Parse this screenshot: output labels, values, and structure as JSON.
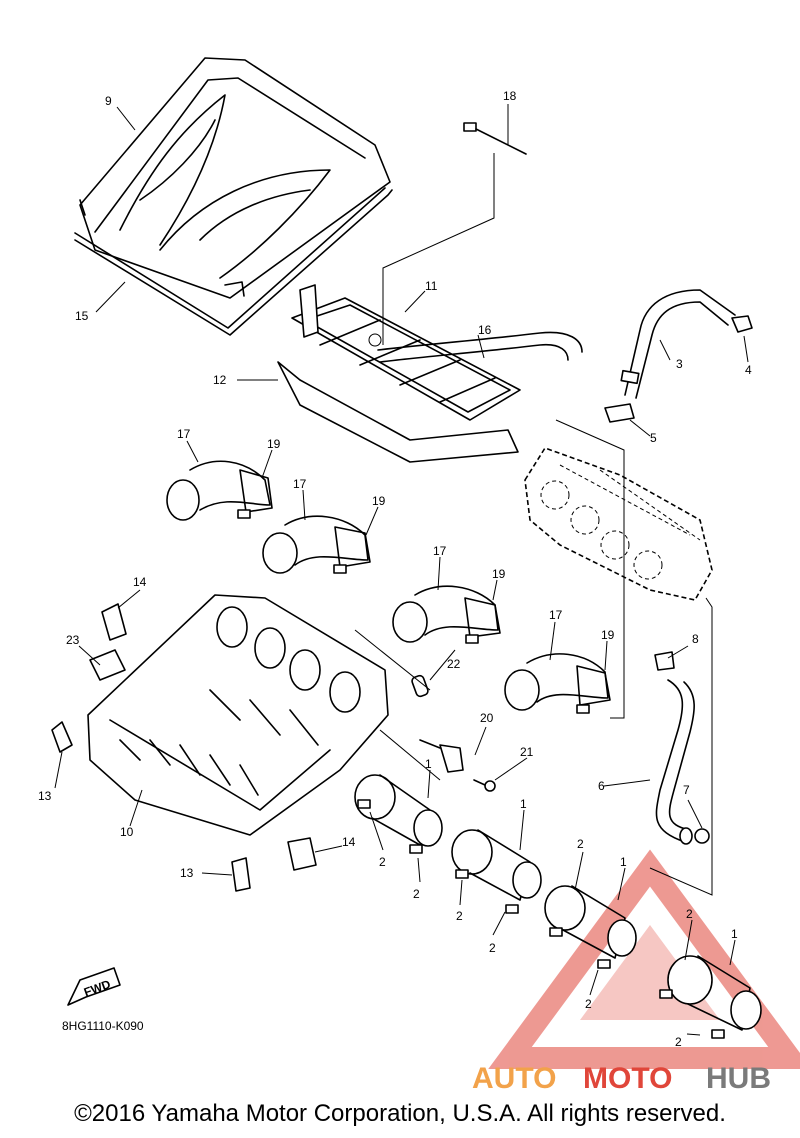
{
  "callouts": {
    "n1": "1",
    "n2": "2",
    "n3": "3",
    "n4": "4",
    "n5": "5",
    "n6": "6",
    "n7": "7",
    "n8": "8",
    "n9": "9",
    "n10": "10",
    "n11": "11",
    "n12": "12",
    "n13": "13",
    "n14": "14",
    "n15": "15",
    "n16": "16",
    "n17": "17",
    "n18": "18",
    "n19": "19",
    "n20": "20",
    "n21": "21",
    "n22": "22",
    "n23": "23"
  },
  "fwd_label": "FWD",
  "diagram_code": "8HG1110-K090",
  "watermark": {
    "auto": "AUTO",
    "moto": "MOTO",
    "hub": "HUB"
  },
  "copyright": "©2016 Yamaha Motor Corporation, U.S.A. All rights reserved.",
  "colors": {
    "watermark_red": "#e0463a",
    "watermark_orange": "#f2a24a",
    "watermark_gray": "#7a7a7a"
  }
}
